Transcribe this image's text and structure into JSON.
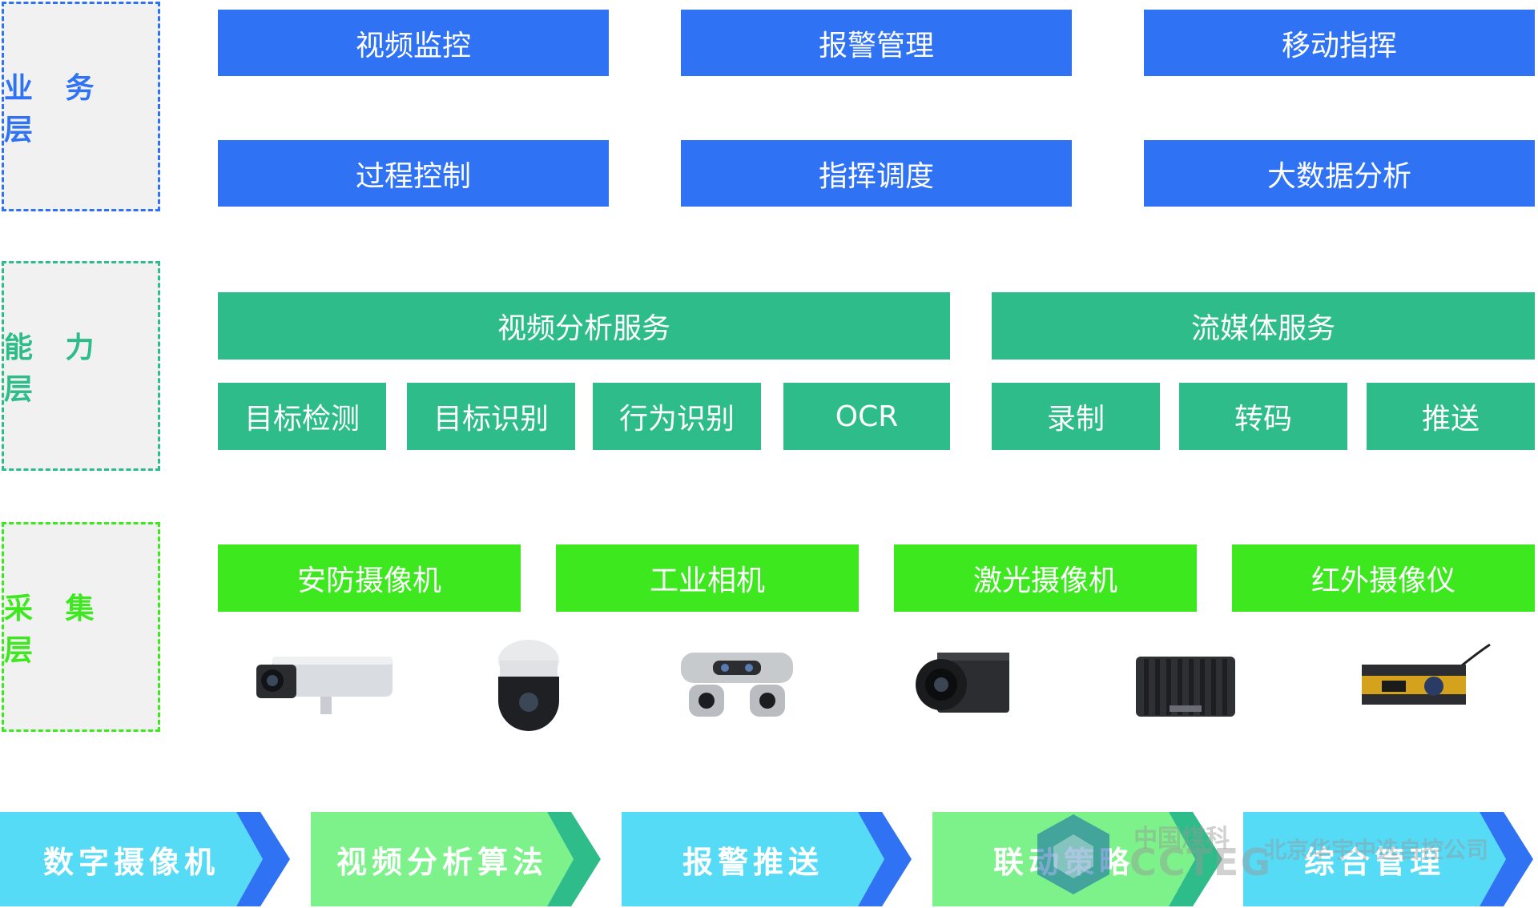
{
  "layers": {
    "business": "业 务 层",
    "capability": "能 力 层",
    "collection": "采 集 层"
  },
  "business_row1": [
    "视频监控",
    "报警管理",
    "移动指挥"
  ],
  "business_row2": [
    "过程控制",
    "指挥调度",
    "大数据分析"
  ],
  "capability": {
    "video_analysis": "视频分析服务",
    "streaming": "流媒体服务",
    "video_items": [
      "目标检测",
      "目标识别",
      "行为识别",
      "OCR"
    ],
    "stream_items": [
      "录制",
      "转码",
      "推送"
    ]
  },
  "collection_items": [
    "安防摄像机",
    "工业相机",
    "激光摄像机",
    "红外摄像仪"
  ],
  "devices": [
    "bullet-camera-icon",
    "dome-camera-icon",
    "multi-lens-camera-icon",
    "industrial-camera-icon",
    "laser-camera-icon",
    "infrared-camera-icon"
  ],
  "flow": [
    "数字摄像机",
    "视频分析算法",
    "报警推送",
    "联动策略",
    "综合管理"
  ],
  "watermark": {
    "cn": "中国煤科",
    "en": "CCTEG",
    "company": "北京华宇中选自控公司"
  },
  "colors": {
    "business": "#2f73f4",
    "capability": "#2ebd8a",
    "collection": "#3ee81f"
  }
}
